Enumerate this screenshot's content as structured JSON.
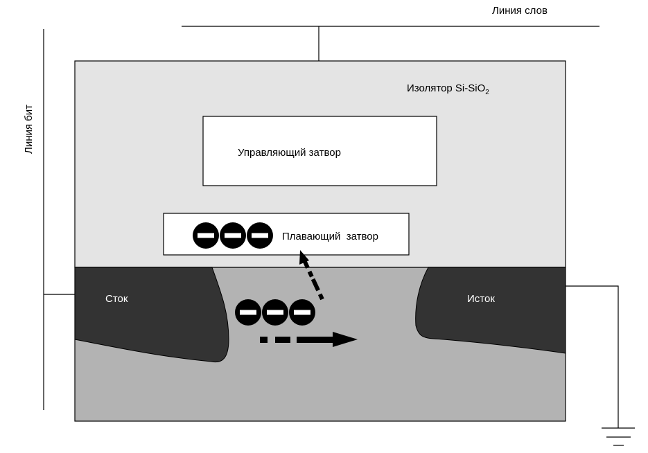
{
  "labels": {
    "word_line": "Линия слов",
    "bit_line": "Линия бит",
    "insulator": "Изолятор Si-SiO",
    "insulator_subscript": "2",
    "control_gate": "Управляющий затвор",
    "floating_gate": "Плавающий  затвор",
    "drain": "Сток",
    "source": "Исток"
  },
  "colors": {
    "insulator": "#e4e4e4",
    "substrate": "#b3b3b3",
    "doped_regions": "#333333",
    "electron": "#000000"
  },
  "icons": {
    "electron": "circle-minus-icon",
    "ground": "ground-symbol-icon"
  },
  "floating_gate_electron_count": 3,
  "channel_electron_count": 3
}
